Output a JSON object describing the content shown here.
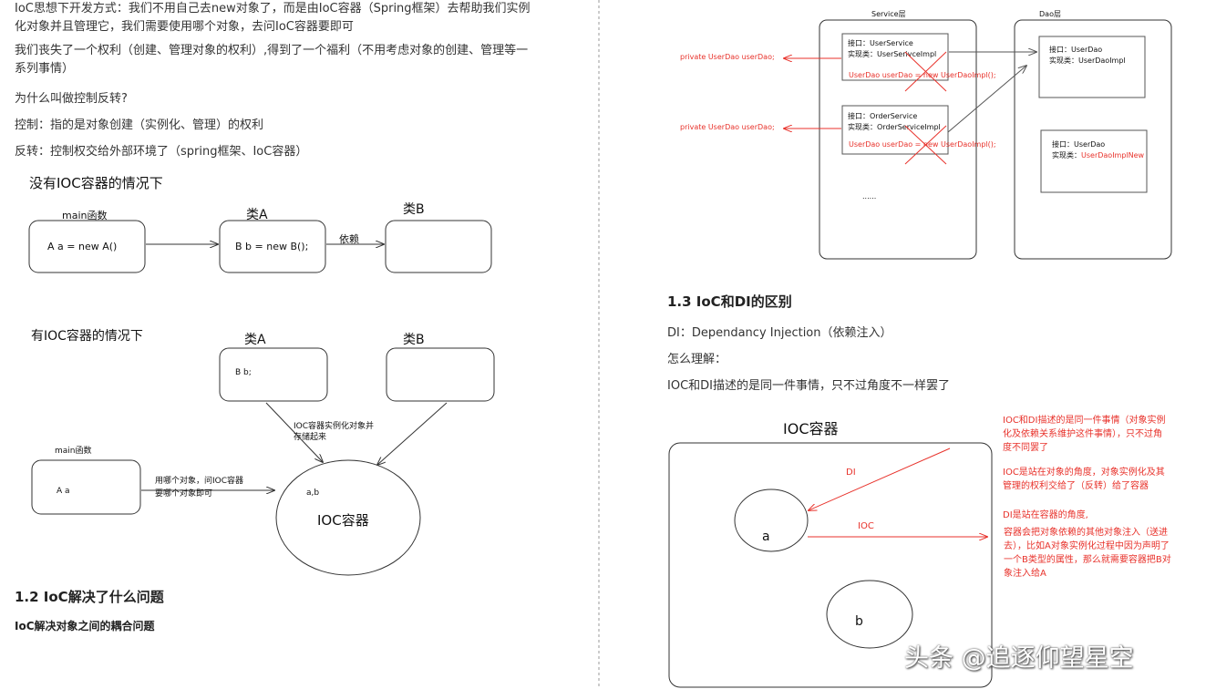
{
  "left": {
    "para1": "IoC思想下开发方式：我们不用自己去new对象了，而是由IoC容器（Spring框架）去帮助我们实例化对象并且管理它，我们需要使用哪个对象，去问IoC容器要即可",
    "para2": "我们丧失了一个权利（创建、管理对象的权利）,得到了一个福利（不用考虑对象的创建、管理等一系列事情）",
    "para3": "为什么叫做控制反转?",
    "para4": "控制：指的是对象创建（实例化、管理）的权利",
    "para5": "反转：控制权交给外部环境了（spring框架、IoC容器）",
    "diagram1": {
      "title": "没有IOC容器的情况下",
      "main_label": "main函数",
      "main_code": "A  a = new A()",
      "classA_label": "类A",
      "classA_code": "B b = new B();",
      "depend_label": "依赖",
      "classB_label": "类B"
    },
    "diagram2": {
      "title": "有IOC容器的情况下",
      "classA_label": "类A",
      "classA_code": "B  b;",
      "classB_label": "类B",
      "ioc_note_1": "IOC容器实例化对象并",
      "ioc_note_2": "存储起来",
      "main_label": "main函数",
      "main_code": "A a",
      "ask_note_1": "用哪个对象，问IOC容器",
      "ask_note_2": "要哪个对象即可",
      "container_contents": "a,b",
      "container_label": "IOC容器"
    },
    "section_title": "1.2 IoC解决了什么问题",
    "section_body": "IoC解决对象之间的耦合问题"
  },
  "right": {
    "diagram3": {
      "service_layer": "Service层",
      "dao_layer": "Dao层",
      "field1": "private UserDao userDao;",
      "field2": "private UserDao userDao;",
      "svc1_iface": "接口：UserService",
      "svc1_impl": "实现类：UserSerivceImpl",
      "svc1_new": "UserDao userDao = new UserDaoImpl();",
      "svc2_iface": "接口：OrderService",
      "svc2_impl": "实现类：OrderServiceImpl",
      "svc2_new": "UserDao userDao = new UserDaoImpl();",
      "ellipsis": "......",
      "dao1_iface": "接口：UserDao",
      "dao1_impl": "实现类：UserDaoImpl",
      "dao2_iface": "接口：UserDao",
      "dao2_impl_prefix": "实现类：",
      "dao2_impl_name": "UserDaoImplNew"
    },
    "section_title": "1.3 IoC和DI的区别",
    "di_line": "DI：Dependancy Injection（依赖注入）",
    "how_line": "怎么理解：",
    "same_line": "IOC和DI描述的是同一件事情，只不过角度不一样罢了",
    "diagram4": {
      "title": "IOC容器",
      "di_label": "DI",
      "ioc_label": "IOC",
      "a_label": "a",
      "b_label": "b"
    },
    "notes": {
      "n1": "IOC和DI描述的是同一件事情（对象实例化及依赖关系维护这件事情），只不过角度不同罢了",
      "n2": "IOC是站在对象的角度，对象实例化及其管理的权利交给了（反转）给了容器",
      "n3": "DI是站在容器的角度,",
      "n4": "容器会把对象依赖的其他对象注入（送进去），比如A对象实例化过程中因为声明了一个B类型的属性，那么就需要容器把B对象注入给A"
    }
  },
  "watermark": "头条 @追逐仰望星空",
  "colors": {
    "accent_red": "#e8322b",
    "text": "#222222"
  }
}
